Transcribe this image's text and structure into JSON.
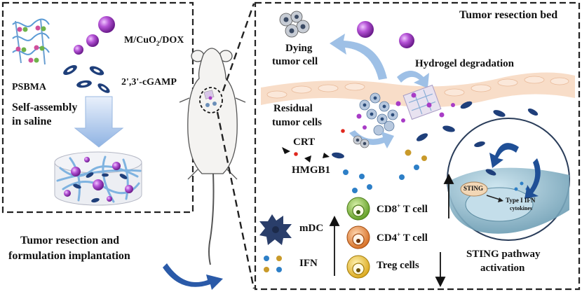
{
  "left_panel": {
    "psbma": "PSBMA",
    "nanoparticle": "M/CuO",
    "nanoparticle_sub": "2",
    "nanoparticle_suffix": "/DOX",
    "cgamp": "2',3'-cGAMP",
    "self_assembly_1": "Self-assembly",
    "self_assembly_2": "in saline"
  },
  "bottom_left": {
    "line1": "Tumor resection and",
    "line2": "formulation  implantation"
  },
  "right_panel": {
    "title": "Tumor resection bed",
    "dying_1": "Dying",
    "dying_2": "tumor cell",
    "hydrogel": "Hydrogel degradation",
    "residual_1": "Residual",
    "residual_2": "tumor cells",
    "crt": "CRT",
    "hmgb1": "HMGB1",
    "mdc": "mDC",
    "ifn": "IFN",
    "cd8_prefix": "CD8",
    "cd8_sup": "+",
    "cd8_suffix": " T cell",
    "cd4_prefix": "CD4",
    "cd4_sup": "+",
    "cd4_suffix": " T cell",
    "treg": "Treg cells",
    "sting": "STING",
    "type_ifn_1": "Type I IFN",
    "type_ifn_2": "cytokines",
    "sting_path_1": "STING pathway",
    "sting_path_2": "activation"
  },
  "colors": {
    "particle_purple": "#a83cc6",
    "cgamp_navy": "#1f3f7a",
    "hydrogel_blue": "#8fb8e0",
    "cd8_green": "#6aa822",
    "cd4_orange": "#e07a2a",
    "treg_yellow": "#e8b628",
    "tissue_peach": "#f6d2b6",
    "cell_teal": "#86b3c4",
    "dot_blue": "#2d7fc7",
    "dot_gold": "#c99a2a",
    "dot_red": "#e0281e"
  }
}
